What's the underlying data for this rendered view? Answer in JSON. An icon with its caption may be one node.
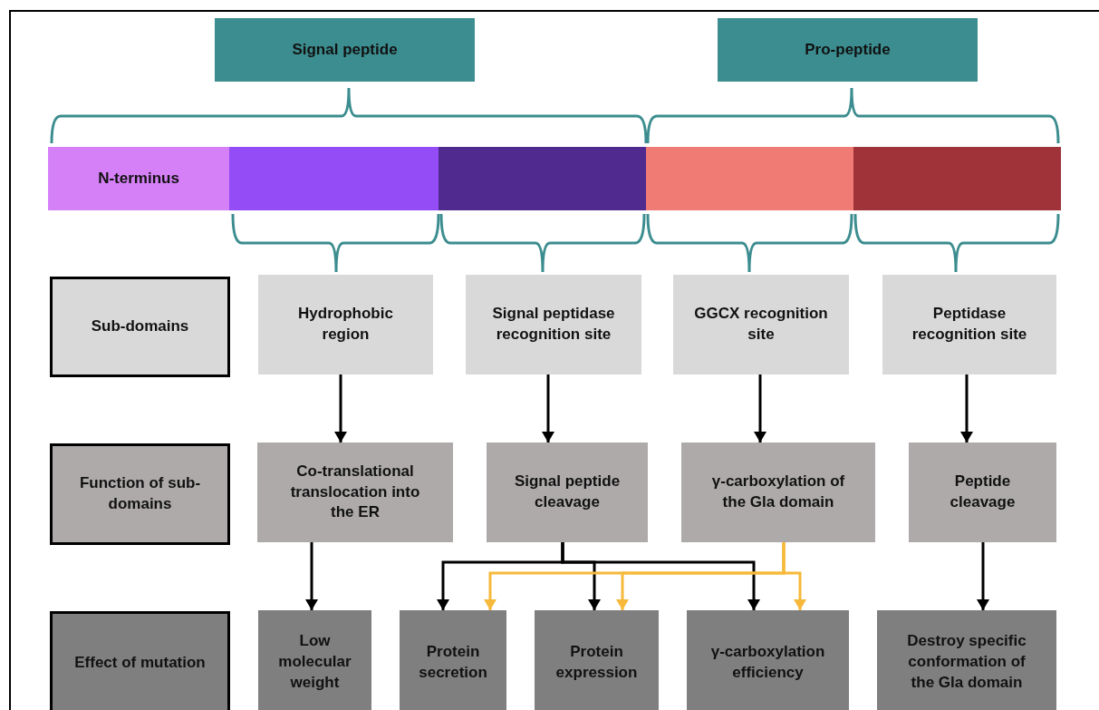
{
  "diagram": {
    "nodes": [
      {
        "text": [
          "Signal peptide"
        ]
      },
      {
        "text": [
          "Pro-peptide"
        ]
      },
      {
        "text": [
          "N-terminus"
        ]
      },
      {
        "text": [],
        "shape": "bar"
      },
      {
        "text": [],
        "shape": "bar"
      },
      {
        "text": [],
        "shape": "bar"
      },
      {
        "text": [],
        "shape": "bar"
      },
      {
        "text": [
          "Sub-domains"
        ]
      },
      {
        "text": [
          "Hydrophobic region"
        ]
      },
      {
        "text": [
          "Signal peptidase recognition site"
        ]
      },
      {
        "text": [
          "GGCX recognition site"
        ]
      },
      {
        "text": [
          "Peptidase recognition site"
        ]
      },
      {
        "text": [
          "Function of sub-domains"
        ]
      },
      {
        "text": [
          "Co-translational translocation into the ER"
        ]
      },
      {
        "text": [
          "Signal peptide cleavage"
        ]
      },
      {
        "text": [
          "γ-carboxylation of the Gla domain"
        ]
      },
      {
        "text": [
          "Peptide cleavage"
        ]
      },
      {
        "text": [
          "Effect of mutation"
        ]
      },
      {
        "text": [
          "Low molecular weight"
        ]
      },
      {
        "text": [
          "Protein secretion"
        ]
      },
      {
        "text": [
          "Protein expression"
        ]
      },
      {
        "text": [
          "γ-carboxylation efficiency"
        ]
      },
      {
        "text": [
          "Destroy specific conformation of the Gla domain"
        ]
      }
    ],
    "edges": [
      {
        "from": 8,
        "to": 13,
        "arrow": "to"
      },
      {
        "from": 9,
        "to": 14,
        "arrow": "to"
      },
      {
        "from": 10,
        "to": 15,
        "arrow": "to"
      },
      {
        "from": 11,
        "to": 16,
        "arrow": "to"
      },
      {
        "from": 13,
        "to": 18,
        "arrow": "to"
      },
      {
        "from": 14,
        "to": 19,
        "arrow": "to"
      },
      {
        "from": 14,
        "to": 20,
        "arrow": "to"
      },
      {
        "from": 14,
        "to": 21,
        "arrow": "to"
      },
      {
        "from": 15,
        "to": 19,
        "arrow": "to",
        "color": "#f6b93b"
      },
      {
        "from": 15,
        "to": 20,
        "arrow": "to",
        "color": "#f6b93b"
      },
      {
        "from": 15,
        "to": 21,
        "arrow": "to",
        "color": "#f6b93b"
      },
      {
        "from": 16,
        "to": 22,
        "arrow": "to"
      }
    ]
  }
}
